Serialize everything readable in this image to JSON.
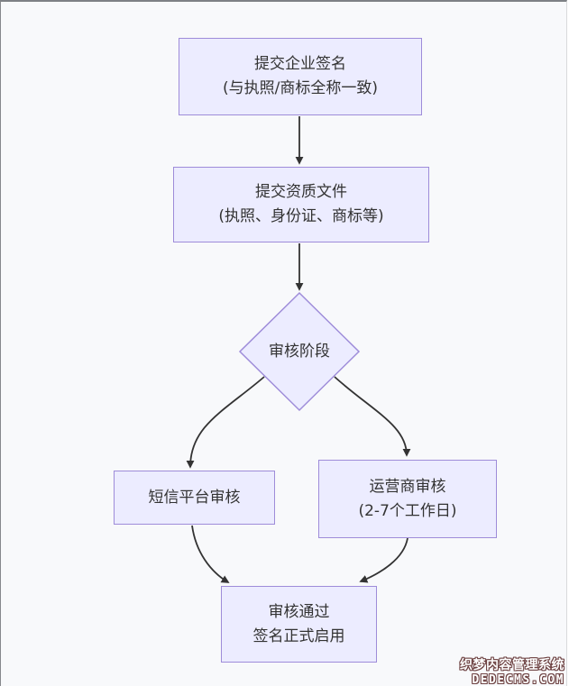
{
  "diagram": {
    "type": "flowchart",
    "direction": "top-down",
    "nodes": [
      {
        "id": "submit-signature",
        "shape": "rect",
        "lines": [
          "提交企业签名",
          "(与执照/商标全称一致)"
        ]
      },
      {
        "id": "submit-documents",
        "shape": "rect",
        "lines": [
          "提交资质文件",
          "(执照、身份证、商标等)"
        ]
      },
      {
        "id": "review-stage",
        "shape": "diamond",
        "lines": [
          "审核阶段"
        ]
      },
      {
        "id": "sms-platform-review",
        "shape": "rect",
        "lines": [
          "短信平台审核"
        ]
      },
      {
        "id": "operator-review",
        "shape": "rect",
        "lines": [
          "运营商审核",
          "(2-7个工作日)"
        ]
      },
      {
        "id": "review-passed",
        "shape": "rect",
        "lines": [
          "审核通过",
          "签名正式启用"
        ]
      }
    ],
    "edges": [
      {
        "from": "submit-signature",
        "to": "submit-documents"
      },
      {
        "from": "submit-documents",
        "to": "review-stage"
      },
      {
        "from": "review-stage",
        "to": "sms-platform-review"
      },
      {
        "from": "review-stage",
        "to": "operator-review"
      },
      {
        "from": "sms-platform-review",
        "to": "review-passed"
      },
      {
        "from": "operator-review",
        "to": "review-passed"
      }
    ],
    "style": {
      "node_fill": "#ececff",
      "node_border": "#9e8cd9",
      "edge_color": "#333333",
      "text_color": "#333333",
      "canvas_bg": "#f8f9fb",
      "frame_top": "#7e8185",
      "frame_left": "#86888c",
      "frame_right": "#d9d9db"
    }
  },
  "watermark": {
    "line1": "织梦内容管理系统",
    "line2": "DEDECMS.COM",
    "fill": "#ffffff",
    "outline": "#6e4343"
  }
}
